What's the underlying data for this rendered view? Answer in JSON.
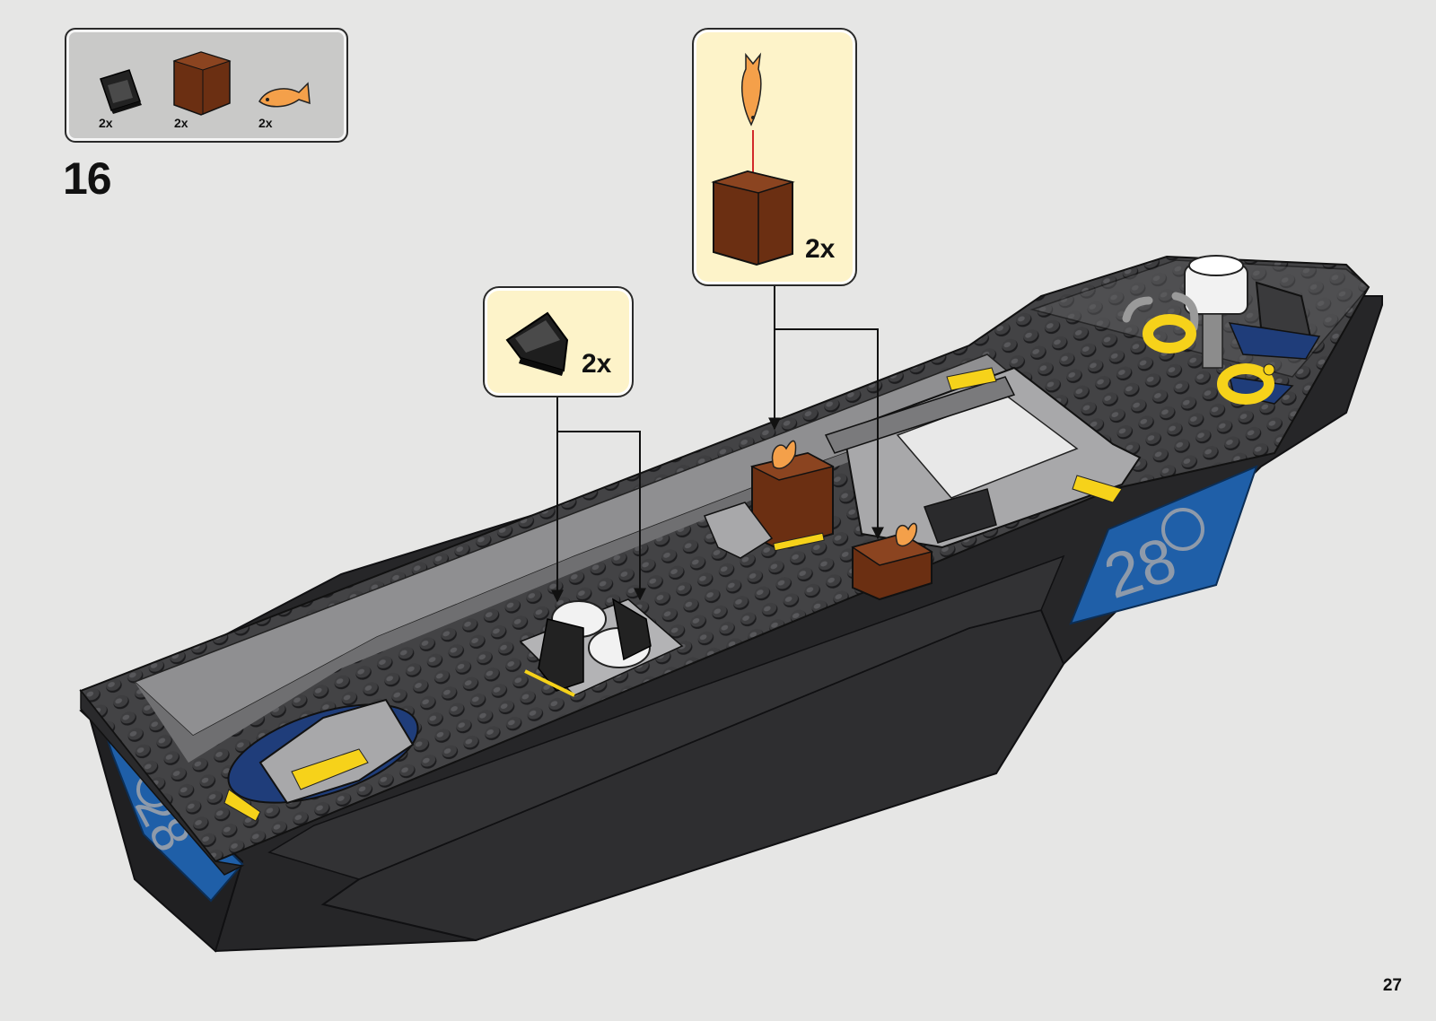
{
  "parts_list": {
    "items": [
      {
        "icon": "black-slope-piece-icon",
        "qty": "2x"
      },
      {
        "icon": "brown-crate-icon",
        "qty": "2x"
      },
      {
        "icon": "orange-fish-icon",
        "qty": "2x"
      }
    ]
  },
  "step": {
    "number": "16"
  },
  "callouts": [
    {
      "icon": "black-slope-piece-icon",
      "qty": "2x"
    },
    {
      "icon": "fish-into-crate-icon",
      "qty": "2x"
    }
  ],
  "model": {
    "hull_number": "28",
    "colors": {
      "hull": "#2a2a2c",
      "deck": "#3a3a3c",
      "stud": "#2f2f31",
      "blue_panel": "#1f5fa8",
      "yellow": "#f6d21a",
      "crate": "#6b2f12",
      "fish": "#f4a04a",
      "grey": "#a9a9a9"
    }
  },
  "page_number": "27"
}
